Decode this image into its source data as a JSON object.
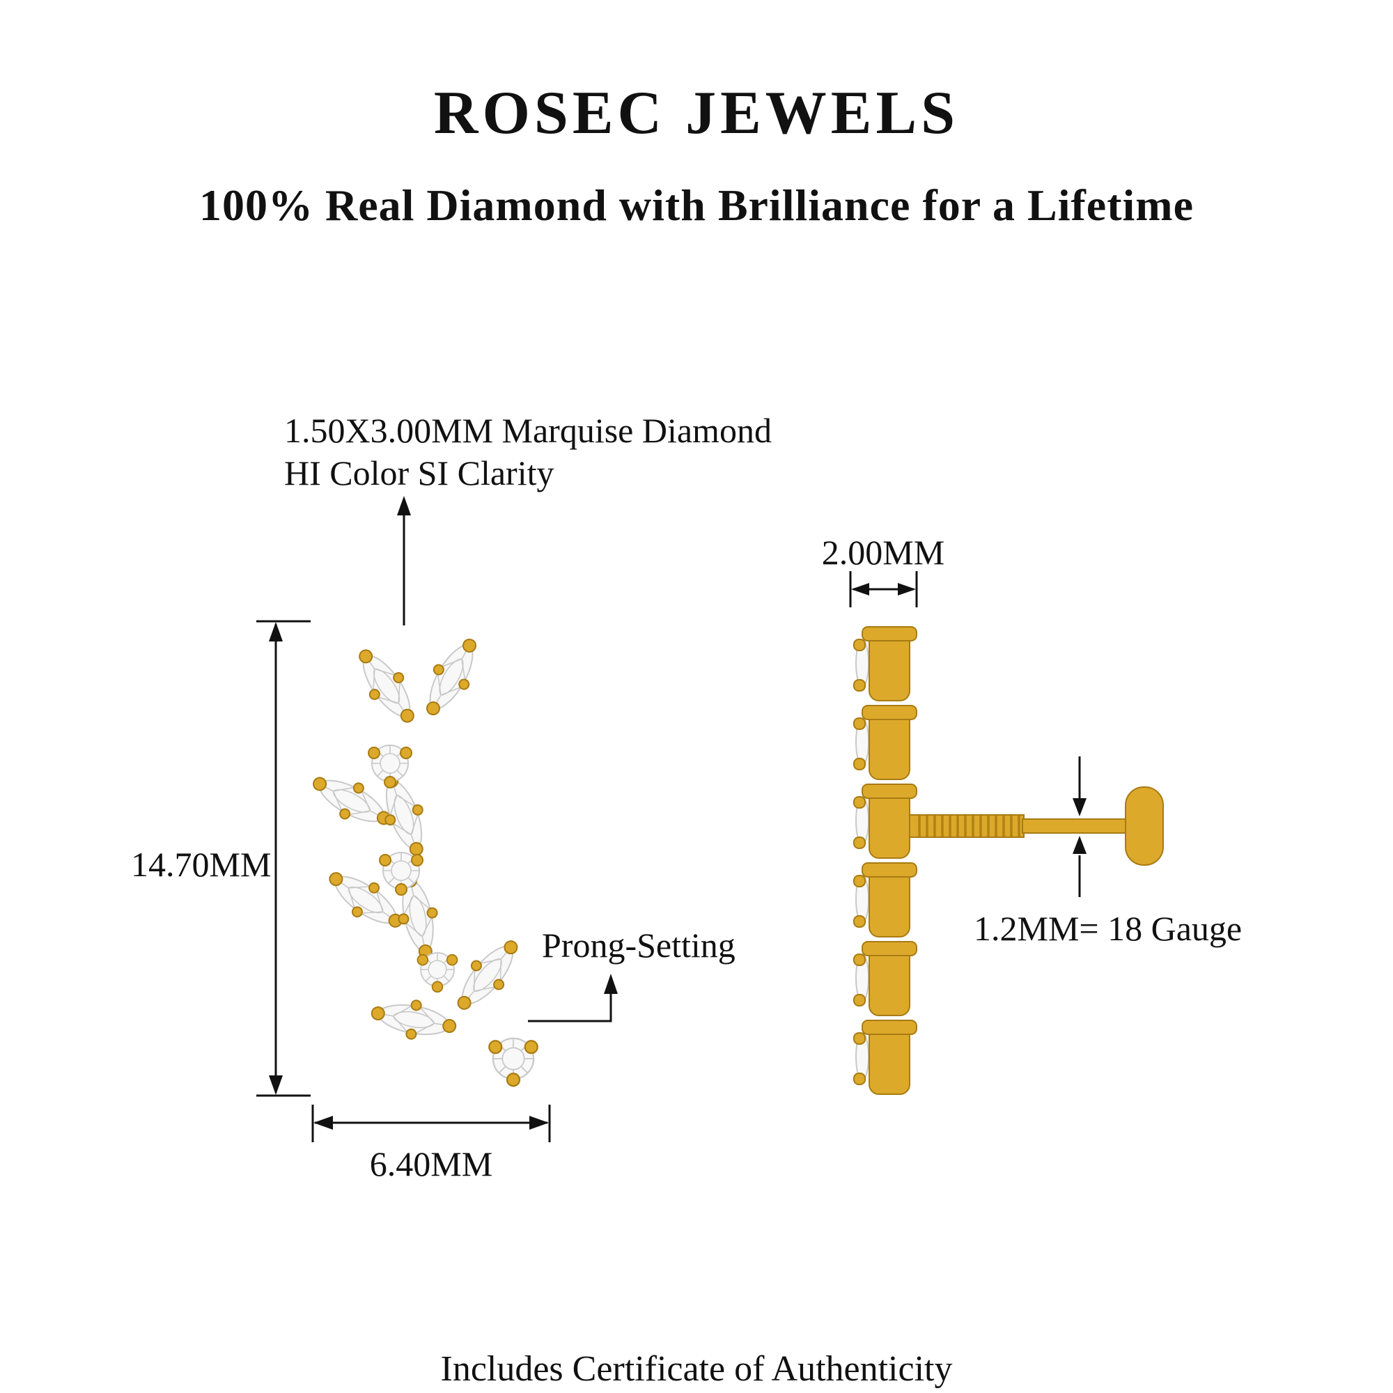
{
  "header": {
    "brand": "ROSEC JEWELS",
    "tagline": "100% Real Diamond with Brilliance for a Lifetime"
  },
  "front_view": {
    "stone_annotation_line1": "1.50X3.00MM Marquise Diamond",
    "stone_annotation_line2": "HI Color SI Clarity",
    "height_label": "14.70MM",
    "width_label": "6.40MM",
    "prong_label": "Prong-Setting"
  },
  "side_view": {
    "thickness_label": "2.00MM",
    "gauge_label": "1.2MM= 18 Gauge"
  },
  "footer": {
    "note": "Includes Certificate of Authenticity"
  },
  "colors": {
    "gold": "#DCA92B",
    "gold_dark": "#A87B12",
    "diamond": "#F8F8F8",
    "diamond_edge": "#C9C9C9",
    "ink": "#111111"
  }
}
